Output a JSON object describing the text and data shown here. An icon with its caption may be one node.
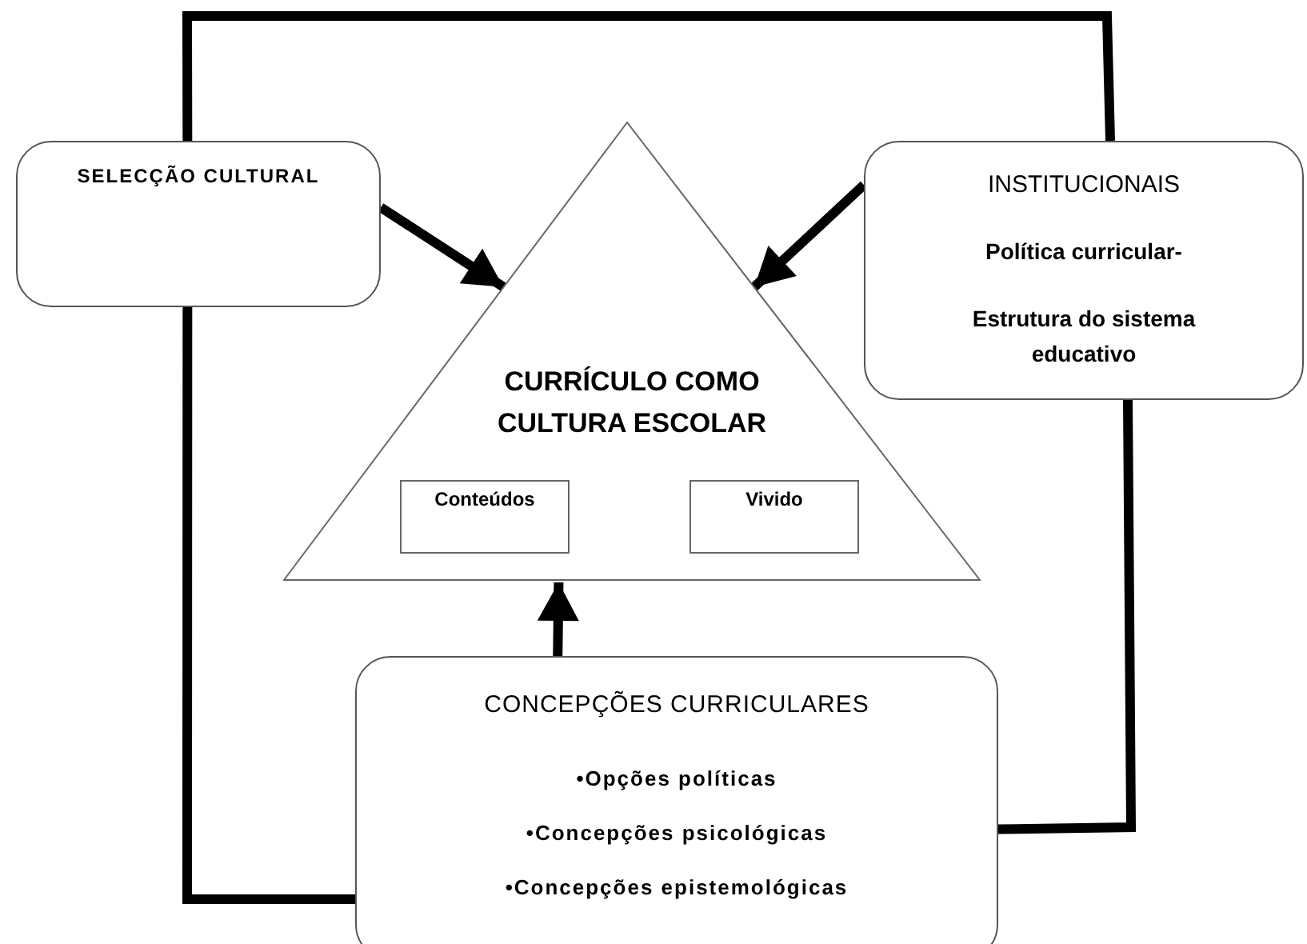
{
  "diagram": {
    "nodes": [
      {
        "text": [
          "SELECÇÃO CULTURAL"
        ]
      },
      {
        "text": [
          "CURRÍCULO COMO CULTURA ESCOLAR"
        ]
      },
      {
        "text": [
          "Conteúdos"
        ],
        "in": 1
      },
      {
        "text": [
          "Vivido"
        ],
        "in": 1
      },
      {
        "text": [
          "INSTITUCIONAIS",
          "Política curricular-",
          "Estrutura do sistema educativo"
        ]
      },
      {
        "text": [
          "CONCEPÇÕES CURRICULARES",
          "•Opções políticas",
          "•Concepções psicológicas",
          "•Concepções epistemológicas"
        ]
      }
    ],
    "edges": [
      {
        "from": 0,
        "to": 1,
        "arrow": "to"
      },
      {
        "from": 4,
        "to": 1,
        "arrow": "to"
      },
      {
        "from": 5,
        "to": 1,
        "arrow": "to"
      },
      {
        "from": 0,
        "to": 4,
        "arrow": "none"
      },
      {
        "from": 0,
        "to": 5,
        "arrow": "none"
      },
      {
        "from": 4,
        "to": 5,
        "arrow": "none"
      }
    ]
  }
}
